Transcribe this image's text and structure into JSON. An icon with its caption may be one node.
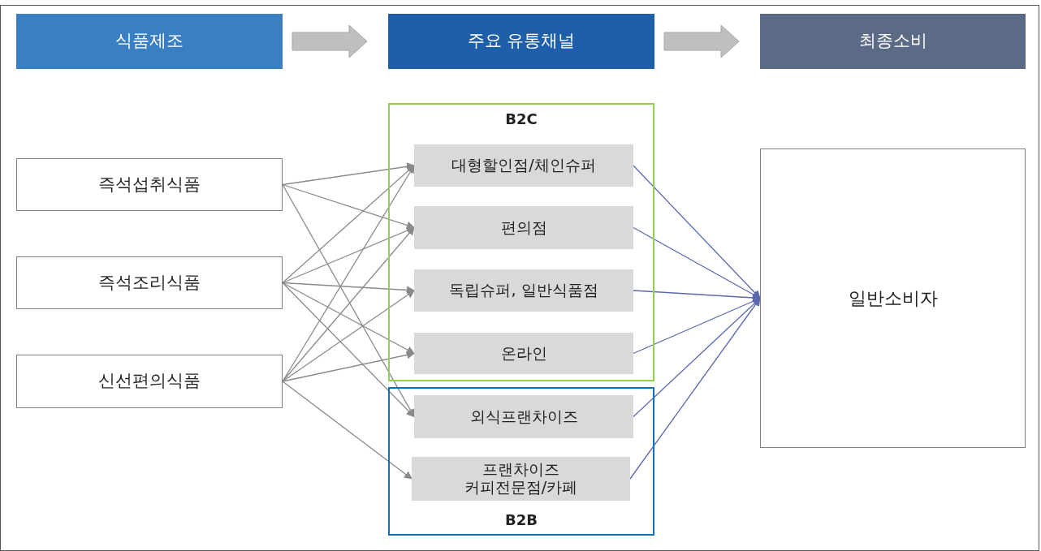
{
  "diagram": {
    "nodes": [
      {
        "text": [
          "식품제조"
        ]
      },
      {
        "text": [
          "주요 유통채널"
        ]
      },
      {
        "text": [
          "최종소비"
        ]
      },
      {
        "text": [
          "B2C"
        ]
      },
      {
        "text": [
          "대형할인점/체인슈퍼"
        ],
        "in": 3
      },
      {
        "text": [
          "편의점"
        ],
        "in": 3
      },
      {
        "text": [
          "독립슈퍼, 일반식품점"
        ],
        "in": 3
      },
      {
        "text": [
          "온라인"
        ],
        "in": 3
      },
      {
        "text": [
          "B2B"
        ]
      },
      {
        "text": [
          "외식프랜차이즈"
        ],
        "in": 8
      },
      {
        "text": [
          "프랜차이즈 커피전문점/카페"
        ],
        "in": 8
      },
      {
        "text": [
          "즉석섭취식품"
        ]
      },
      {
        "text": [
          "즉석조리식품"
        ]
      },
      {
        "text": [
          "신선편의식품"
        ]
      },
      {
        "text": [
          "일반소비자"
        ]
      }
    ],
    "edges": [
      {
        "from": 0,
        "to": 1,
        "arrow": "to",
        "style": "thick",
        "color": "#bfbfbf"
      },
      {
        "from": 1,
        "to": 2,
        "arrow": "to",
        "style": "thick",
        "color": "#bfbfbf"
      },
      {
        "from": 11,
        "to": 4,
        "arrow": "to"
      },
      {
        "from": 11,
        "to": 5,
        "arrow": "to"
      },
      {
        "from": 11,
        "to": 9,
        "arrow": "to"
      },
      {
        "from": 12,
        "to": 4,
        "arrow": "to"
      },
      {
        "from": 12,
        "to": 5,
        "arrow": "to"
      },
      {
        "from": 12,
        "to": 6,
        "arrow": "to"
      },
      {
        "from": 12,
        "to": 7,
        "arrow": "to"
      },
      {
        "from": 12,
        "to": 9,
        "arrow": "to"
      },
      {
        "from": 13,
        "to": 4,
        "arrow": "to"
      },
      {
        "from": 13,
        "to": 5,
        "arrow": "to"
      },
      {
        "from": 13,
        "to": 6,
        "arrow": "to"
      },
      {
        "from": 13,
        "to": 7,
        "arrow": "to"
      },
      {
        "from": 13,
        "to": 10,
        "arrow": "to"
      },
      {
        "from": 4,
        "to": 14,
        "arrow": "to",
        "color": "#5a68b0"
      },
      {
        "from": 5,
        "to": 14,
        "arrow": "to",
        "color": "#5a68b0"
      },
      {
        "from": 6,
        "to": 14,
        "arrow": "to",
        "color": "#5a68b0"
      },
      {
        "from": 7,
        "to": 14,
        "arrow": "to",
        "color": "#5a68b0"
      },
      {
        "from": 9,
        "to": 14,
        "arrow": "to",
        "color": "#5a68b0"
      },
      {
        "from": 10,
        "to": 14,
        "arrow": "to",
        "color": "#5a68b0"
      }
    ]
  }
}
